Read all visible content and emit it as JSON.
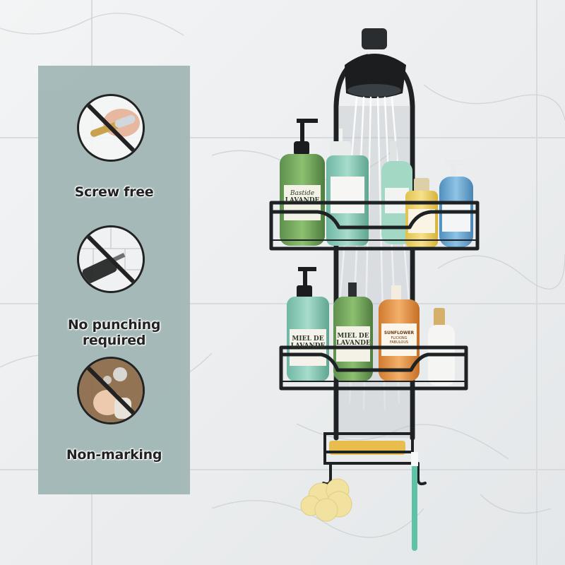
{
  "features": [
    {
      "label": "Screw free",
      "icon": "screwdriver-prohibited-icon"
    },
    {
      "label": "No punching required",
      "icon": "drill-prohibited-icon"
    },
    {
      "label": "Non-marking",
      "icon": "no-marks-prohibited-icon"
    }
  ],
  "products": {
    "top_left_bottle": {
      "line1": "Bastide",
      "line2": "LAVANDE"
    },
    "bottom_left_bottle": {
      "line1": "MIEL DE",
      "line2": "LAVANDE"
    },
    "bottom_middle_bottle": {
      "line1": "MIEL DE",
      "line2": "LAVANDE"
    },
    "bottom_right_bottle": {
      "line1": "SUNFLOWER",
      "line2": "FLICKING FABULOUS"
    }
  },
  "colors": {
    "panel": "#9fb6b4",
    "caddy_metal": "#1f2224",
    "prohibit_mark": "#111111"
  }
}
